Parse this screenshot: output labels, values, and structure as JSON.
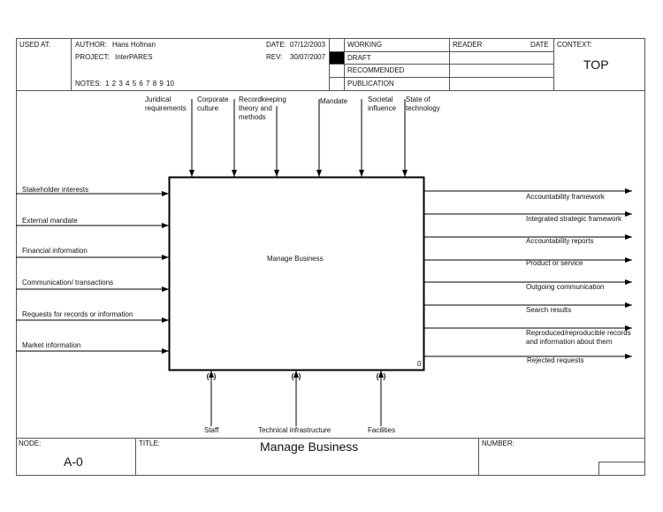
{
  "header": {
    "used_at_label": "USED AT:",
    "author_label": "AUTHOR:",
    "author": "Hans Hofman",
    "project_label": "PROJECT:",
    "project": "InterPARES",
    "notes_label": "NOTES:",
    "notes": "1  2  3  4  5  6  7  8  9  10",
    "date_label": "DATE:",
    "date": "07/12/2003",
    "rev_label": "REV:",
    "rev": "30/07/2007",
    "status": [
      "WORKING",
      "DRAFT",
      "RECOMMENDED",
      "PUBLICATION"
    ],
    "selected_status": "DRAFT",
    "reader_label": "READER",
    "reader_date_label": "DATE",
    "context_label": "CONTEXT:",
    "context": "TOP"
  },
  "diagram": {
    "activity": "Manage Business",
    "activity_number": "0",
    "controls": [
      "Juridical\nrequirements",
      "Corporate\nculture",
      "Recordkeeping\ntheory and\nmethods",
      "Mandate",
      "Societal\ninfluence",
      "State of\ntechnology"
    ],
    "inputs": [
      "Stakeholder interests",
      "External mandate",
      "Financial information",
      "Communication/ transactions",
      "Requests for records or information",
      "Market information"
    ],
    "outputs": [
      "Accountability framework",
      "Integrated strategic framework",
      "Accountability reports",
      "Product or service",
      "Outgoing communication",
      "Search results",
      "Reproduced/reproducible records\nand information about them",
      "Rejected requests"
    ],
    "mechanisms": [
      "Staff",
      "Technical infrastructure",
      "Facilities"
    ]
  },
  "footer": {
    "node_label": "NODE:",
    "node": "A-0",
    "title_label": "TITLE:",
    "title": "Manage Business",
    "number_label": "NUMBER:"
  }
}
